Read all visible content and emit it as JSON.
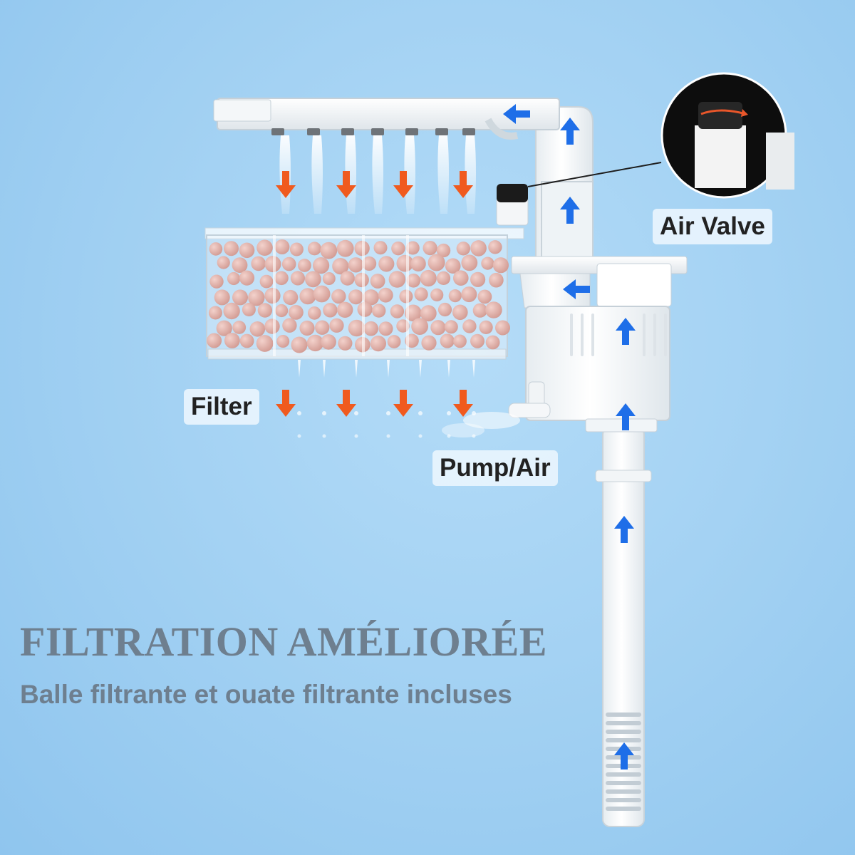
{
  "labels": {
    "air_valve": "Air Valve",
    "filter": "Filter",
    "pump_air": "Pump/Air"
  },
  "headline": "FILTRATION AMÉLIORÉE",
  "subline": "Balle filtrante et ouate filtrante incluses",
  "colors": {
    "background": "#a4d2f3",
    "flow_down": "#f05a1e",
    "flow_up": "#1e6ee8",
    "text": "#6e7f8f",
    "media": "#e4b4ad"
  },
  "icons": {
    "down_flow": "orange-down-arrow-icon",
    "up_flow": "blue-up-arrow-icon",
    "left_flow": "blue-left-arrow-icon",
    "valve_zoom": "air-valve-zoom-icon"
  }
}
